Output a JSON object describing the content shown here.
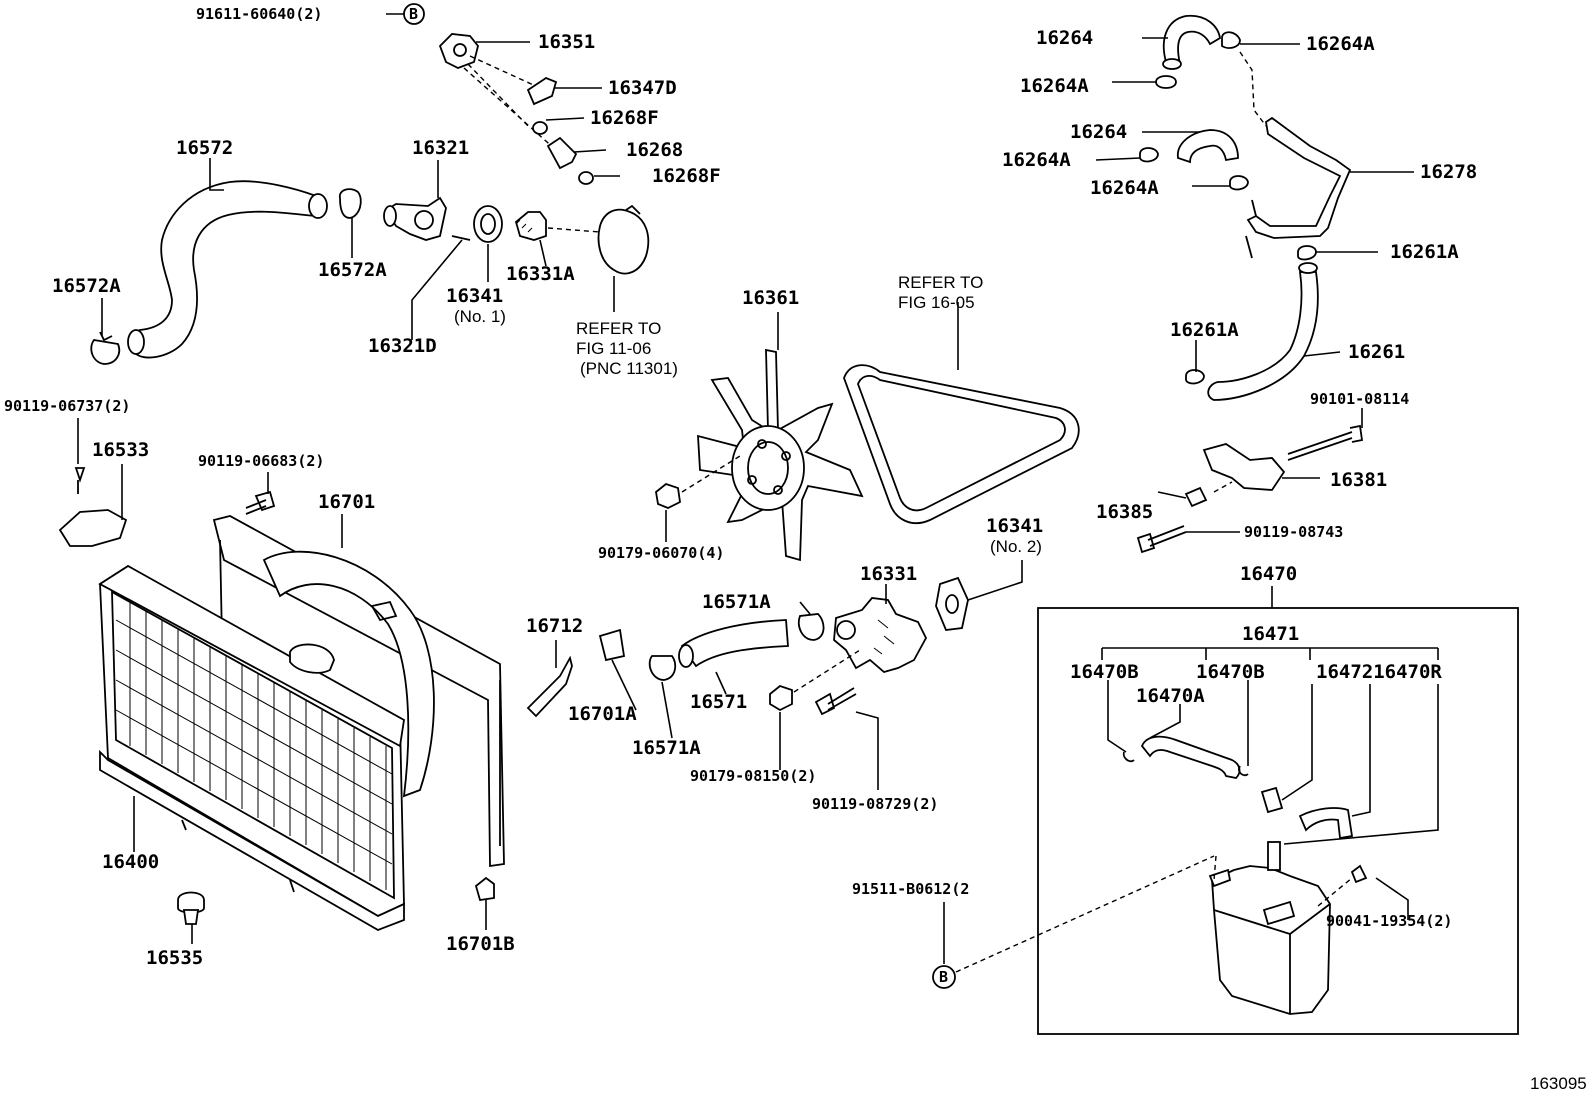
{
  "labels": {
    "p91611": "91611-60640(2)",
    "mark_b1": "B",
    "p16351": "16351",
    "p16347D": "16347D",
    "p16268F_a": "16268F",
    "p16268": "16268",
    "p16268F_b": "16268F",
    "p16572": "16572",
    "p16572A_left": "16572A",
    "p16572A": "16572A",
    "p16321": "16321",
    "p16341_no1": "16341",
    "p16341_no1_sub": "(No. 1)",
    "p16331A": "16331A",
    "p16321D": "16321D",
    "refer_1105_a": "REFER TO",
    "refer_1105_b": "FIG 11-06",
    "refer_1105_c": "(PNC 11301)",
    "p16361": "16361",
    "refer_1605_a": "REFER TO",
    "refer_1605_b": "FIG 16-05",
    "p16264_top": "16264",
    "p16264A_top": "16264A",
    "p16264A_b": "16264A",
    "p16264_mid": "16264",
    "p16264A_c": "16264A",
    "p16278": "16278",
    "p16264A_d": "16264A",
    "p16261A_top": "16261A",
    "p16261A_mid": "16261A",
    "p16261": "16261",
    "p90101": "90101-08114",
    "p16381": "16381",
    "p16385": "16385",
    "p90119_08743": "90119-08743",
    "p90119_06737": "90119-06737(2)",
    "p16533": "16533",
    "p90119_06683": "90119-06683(2)",
    "p16701": "16701",
    "p90179_06070": "90179-06070(4)",
    "p16341_no2": "16341",
    "p16341_no2_sub": "(No. 2)",
    "p16331": "16331",
    "p16571A_top": "16571A",
    "p16712": "16712",
    "p16701A": "16701A",
    "p16571": "16571",
    "p16571A_bot": "16571A",
    "p90179_08150": "90179-08150(2)",
    "p90119_08729": "90119-08729(2)",
    "p16400": "16400",
    "p16535": "16535",
    "p16701B": "16701B",
    "p91511": "91511-B0612(2",
    "mark_b2": "B",
    "p16470": "16470",
    "p16471": "16471",
    "p16470B_a": "16470B",
    "p16470B_b": "16470B",
    "p16472_16470R": "1647216470R",
    "p16470A": "16470A",
    "p90041": "90041-19354(2)",
    "figure_number": "163095"
  }
}
